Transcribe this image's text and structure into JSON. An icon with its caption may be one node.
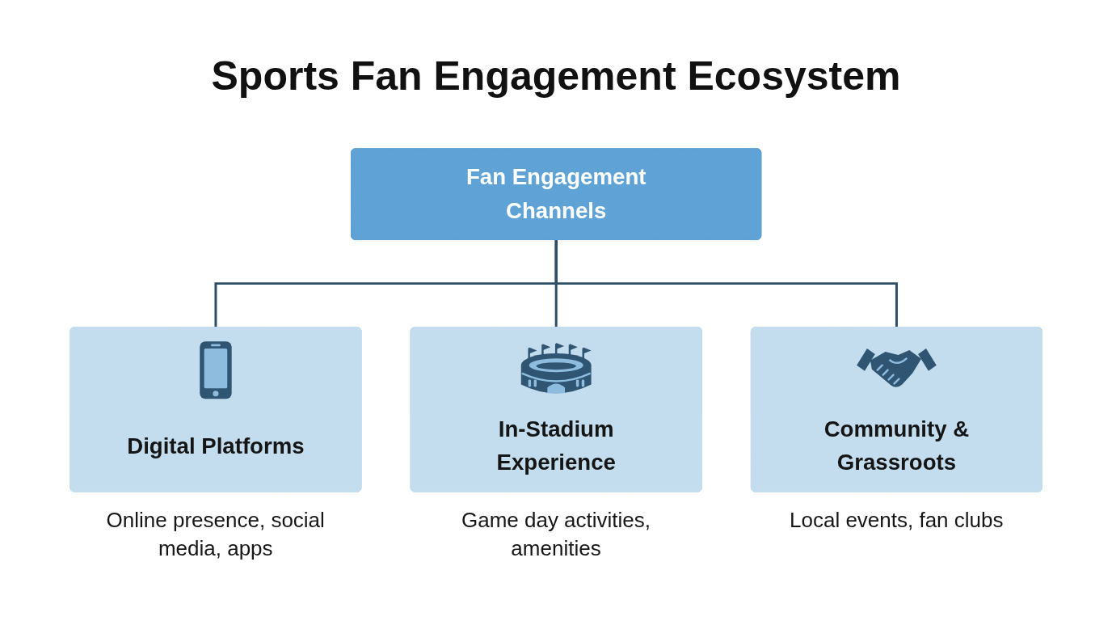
{
  "diagram": {
    "title": "Sports Fan Engagement Ecosystem",
    "nodes": [
      {
        "text": [
          "Fan Engagement Channels"
        ]
      },
      {
        "text": [
          "Digital Platforms"
        ],
        "beside": [
          "Online presence, social media, apps"
        ]
      },
      {
        "text": [
          "In-Stadium Experience"
        ],
        "beside": [
          "Game day activities, amenities"
        ]
      },
      {
        "text": [
          "Community & Grassroots"
        ],
        "beside": [
          "Local events, fan clubs"
        ]
      }
    ],
    "edges": [
      {
        "from": 0,
        "to": 1,
        "arrow": "none"
      },
      {
        "from": 0,
        "to": 2,
        "arrow": "none"
      },
      {
        "from": 0,
        "to": 3,
        "arrow": "none"
      }
    ]
  }
}
